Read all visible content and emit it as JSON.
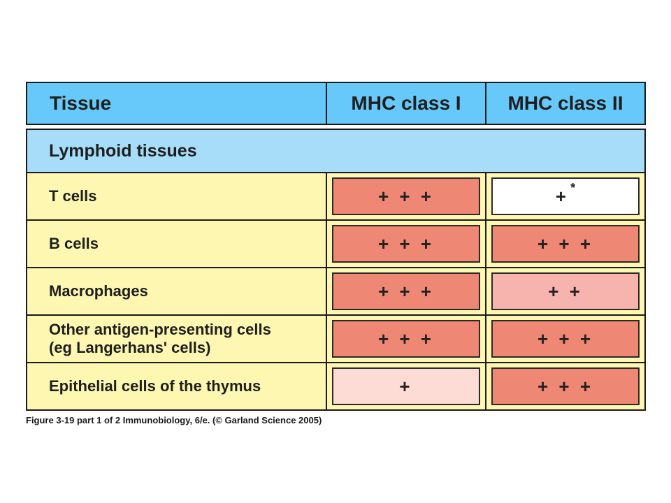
{
  "header": {
    "tissue": "Tissue",
    "mhc1": "MHC class I",
    "mhc2": "MHC class II"
  },
  "section": {
    "title": "Lymphoid tissues"
  },
  "rows": [
    {
      "label_line1": "T cells",
      "label_line2": "",
      "mhc1": "+ + +",
      "mhc1_level": 3,
      "mhc2": "+",
      "mhc2_note": "*",
      "mhc2_level": 1
    },
    {
      "label_line1": "B cells",
      "label_line2": "",
      "mhc1": "+ + +",
      "mhc1_level": 3,
      "mhc2": "+ + +",
      "mhc2_level": 3
    },
    {
      "label_line1": "Macrophages",
      "label_line2": "",
      "mhc1": "+ + +",
      "mhc1_level": 3,
      "mhc2": "+ +",
      "mhc2_level": 2
    },
    {
      "label_line1": "Other antigen-presenting cells",
      "label_line2": "(eg Langerhans' cells)",
      "mhc1": "+ + +",
      "mhc1_level": 3,
      "mhc2": "+ + +",
      "mhc2_level": 3
    },
    {
      "label_line1": "Epithelial cells of the thymus",
      "label_line2": "",
      "mhc1": "+",
      "mhc1_level": 1,
      "mhc2": "+ + +",
      "mhc2_level": 3
    }
  ],
  "colors": {
    "header_bg": "#66c9f9",
    "section_bg": "#a7ddf8",
    "row_bg": "#fdf7b2",
    "level3": "#ef8775",
    "level2": "#f7b3ae",
    "level1": "#fcdcd4",
    "level1_t_cells": "#ffffff"
  },
  "caption": "Figure 3-19 part 1 of 2  Immunobiology, 6/e. (© Garland Science 2005)"
}
